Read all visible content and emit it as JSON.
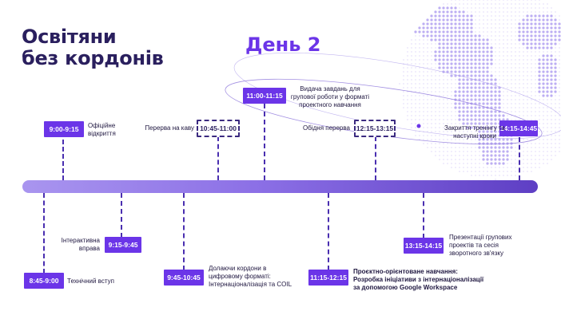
{
  "header": {
    "title_line1": "Освітяни",
    "title_line2": "без кордонів",
    "day": "День 2"
  },
  "colors": {
    "accent": "#6b35e8",
    "dark": "#2a1f5e",
    "globe": "#b8aaf2"
  },
  "events": [
    {
      "time": "9:00-9:15",
      "label": [
        "Офіційне",
        "відкриття"
      ],
      "style": "solid"
    },
    {
      "time": "10:45-11:00",
      "label": [
        "Перерва на каву"
      ],
      "style": "dashed"
    },
    {
      "time": "11:00-11:15",
      "label": [
        "Видача завдань для",
        "групової роботи у форматі",
        "проектного навчання"
      ],
      "style": "solid"
    },
    {
      "time": "12:15-13:15",
      "label": [
        "Обідня перерва"
      ],
      "style": "dashed"
    },
    {
      "time": "14:15-14:45",
      "label": [
        "Закриття тренінгу та",
        "наступні кроки"
      ],
      "style": "solid"
    },
    {
      "time": "9:15-9:45",
      "label": [
        "Інтерактивна",
        "вправа"
      ],
      "style": "solid"
    },
    {
      "time": "8:45-9:00",
      "label": [
        "Технічний вступ"
      ],
      "style": "solid"
    },
    {
      "time": "9:45-10:45",
      "label": [
        "Долаючи кордони в",
        "цифровому форматі:",
        "Інтернаціоналізація та COIL"
      ],
      "style": "solid"
    },
    {
      "time": "11:15-12:15",
      "label": [
        "Проєктно-орієнтоване навчання:",
        "Розробка ініціативи з інтернаціоналізації",
        "за допомогою Google Workspace"
      ],
      "style": "solid"
    },
    {
      "time": "13:15-14:15",
      "label": [
        "Презентації групових",
        "проектів та сесія",
        "зворотного зв'язку"
      ],
      "style": "solid"
    }
  ]
}
